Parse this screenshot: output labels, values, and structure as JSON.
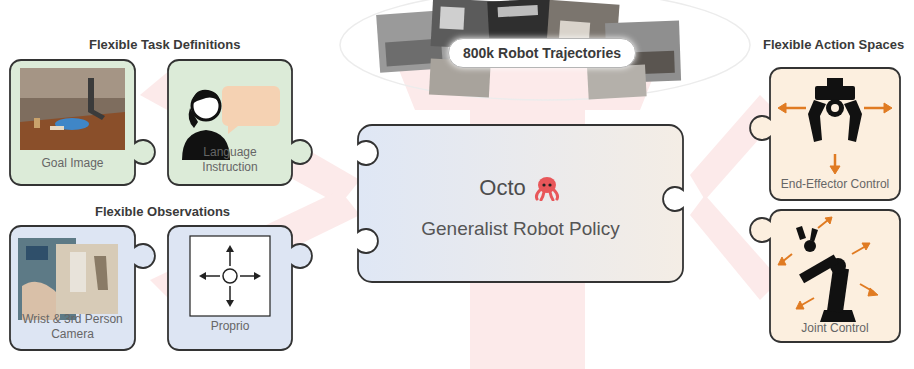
{
  "diagram": {
    "nodes": [
      {
        "text": [
          "Goal Image"
        ]
      },
      {
        "text": [
          "Language Instruction"
        ]
      },
      {
        "text": [
          "Wrist & 3rd Person Camera"
        ]
      },
      {
        "text": [
          "Proprio"
        ]
      },
      {
        "text": [
          "800k Robot Trajectories"
        ]
      },
      {
        "text": [
          "Octo",
          "Generalist Robot Policy"
        ]
      },
      {
        "text": [
          "End-Effector Control"
        ]
      },
      {
        "text": [
          "Joint Control"
        ]
      }
    ],
    "labels": [
      "Flexible Task Definitions",
      "Flexible Observations",
      "Flexible Action Spaces"
    ]
  }
}
